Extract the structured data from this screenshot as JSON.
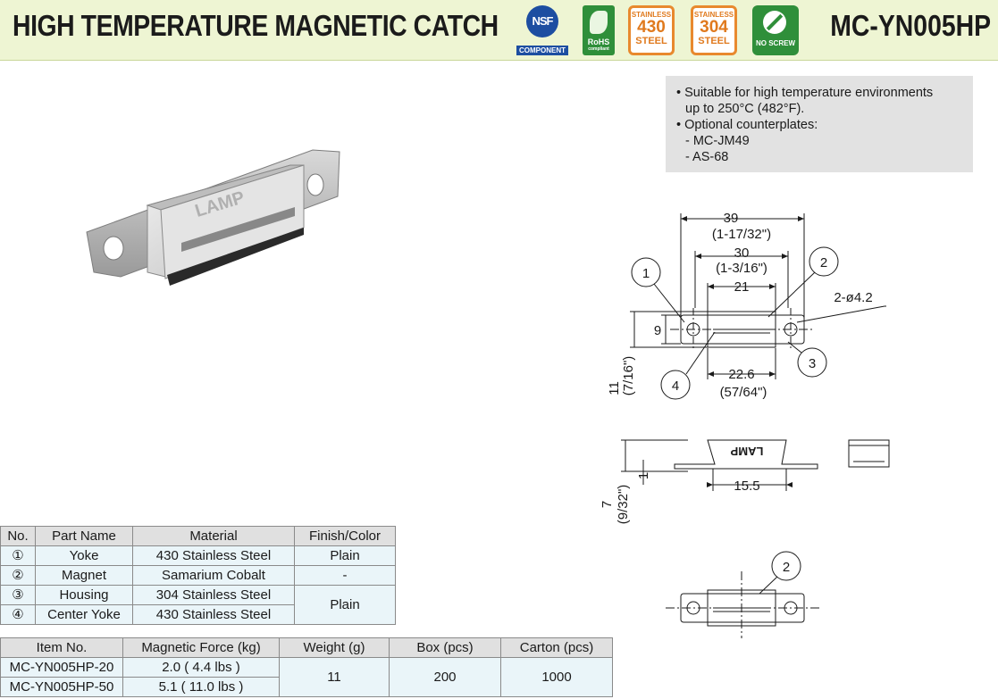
{
  "header": {
    "title": "HIGH TEMPERATURE MAGNETIC CATCH",
    "model": "MC-YN005HP",
    "badges": {
      "nsf": "NSF",
      "nsf_sub": "COMPONENT",
      "rohs": "RoHS",
      "rohs_sub": "compliant",
      "steel430_top": "STAINLESS",
      "steel430_num": "430",
      "steel430_bottom": "STEEL",
      "steel304_top": "STAINLESS",
      "steel304_num": "304",
      "steel304_bottom": "STEEL",
      "noscrew": "NO SCREW"
    }
  },
  "info": {
    "line1": "• Suitable for high temperature environments",
    "line2": "up to 250°C (482°F).",
    "line3": "• Optional counterplates:",
    "line4": "- MC-JM49",
    "line5": "- AS-68"
  },
  "photo": {
    "logo_text": "LAMP"
  },
  "drawing": {
    "d39": "39",
    "d39_in": "(1-17/32\")",
    "d30": "30",
    "d30_in": "(1-3/16\")",
    "d21": "21",
    "hole": "2-ø4.2",
    "d9": "9",
    "d11": "11",
    "d11_in": "(7/16\")",
    "d22": "22.6",
    "d22_in": "(57/64\")",
    "d7": "7",
    "d7_in": "(9/32\")",
    "d1": "1",
    "d15": "15.5",
    "c1": "1",
    "c2": "2",
    "c3": "3",
    "c4": "4",
    "c2b": "2",
    "side_logo": "LAMP"
  },
  "parts_table": {
    "headers": [
      "No.",
      "Part Name",
      "Material",
      "Finish/Color"
    ],
    "rows": [
      {
        "no": "①",
        "name": "Yoke",
        "material": "430 Stainless Steel",
        "finish": "Plain"
      },
      {
        "no": "②",
        "name": "Magnet",
        "material": "Samarium Cobalt",
        "finish": "-"
      },
      {
        "no": "③",
        "name": "Housing",
        "material": "304 Stainless Steel",
        "finish": "Plain"
      },
      {
        "no": "④",
        "name": "Center Yoke",
        "material": "430 Stainless Steel",
        "finish": ""
      }
    ]
  },
  "items_table": {
    "headers": [
      "Item No.",
      "Magnetic Force (kg)",
      "Weight (g)",
      "Box (pcs)",
      "Carton (pcs)"
    ],
    "rows": [
      {
        "item": "MC-YN005HP-20",
        "force": "2.0 ( 4.4 lbs )"
      },
      {
        "item": "MC-YN005HP-50",
        "force": "5.1 ( 11.0 lbs )"
      }
    ],
    "weight": "11",
    "box": "200",
    "carton": "1000"
  }
}
